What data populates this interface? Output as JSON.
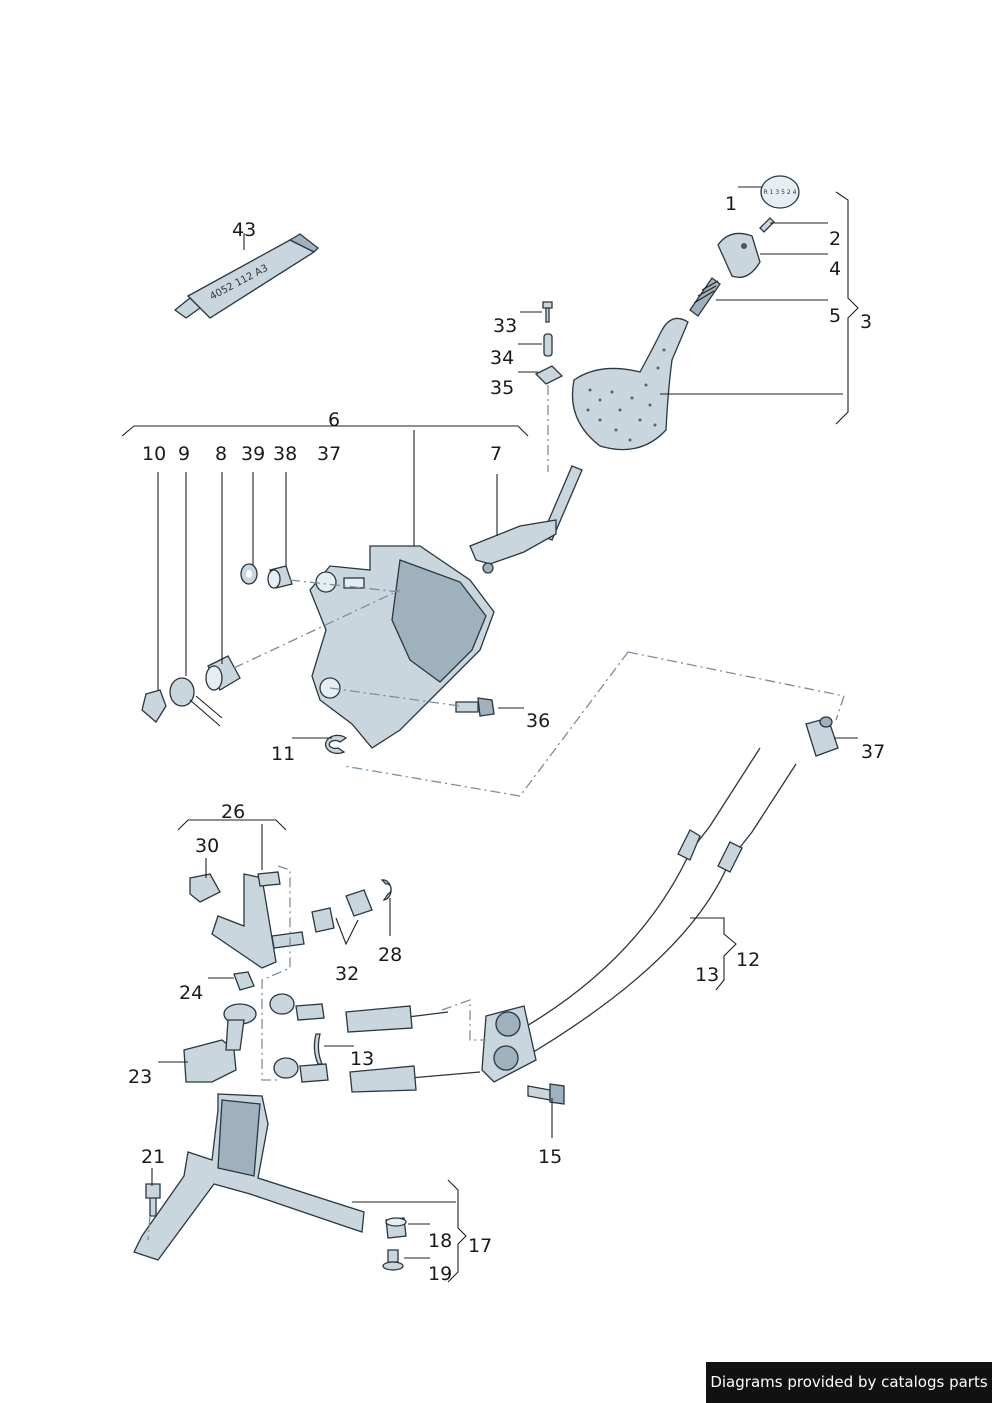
{
  "labels": {
    "l1": "1",
    "l2": "2",
    "l3": "3",
    "l4": "4",
    "l5": "5",
    "l6": "6",
    "l7": "7",
    "l8": "8",
    "l9": "9",
    "l10": "10",
    "l11": "11",
    "l12": "12",
    "l13a": "13",
    "l13b": "13",
    "l15": "15",
    "l17": "17",
    "l18": "18",
    "l19": "19",
    "l21": "21",
    "l23": "23",
    "l24": "24",
    "l26": "26",
    "l28": "28",
    "l30": "30",
    "l32": "32",
    "l33": "33",
    "l34": "34",
    "l35": "35",
    "l36": "36",
    "l37a": "37",
    "l37b": "37",
    "l38": "38",
    "l39": "39",
    "l43": "43"
  },
  "tube_text": "4052 112 A3",
  "knob_text": "R 1 3 5 2 4",
  "footer": "Diagrams provided by catalogs parts",
  "colors": {
    "part_fill": "#c9d6de",
    "outline": "#2a3640",
    "dash": "#7a8fa0",
    "footer_bg": "#111111"
  }
}
